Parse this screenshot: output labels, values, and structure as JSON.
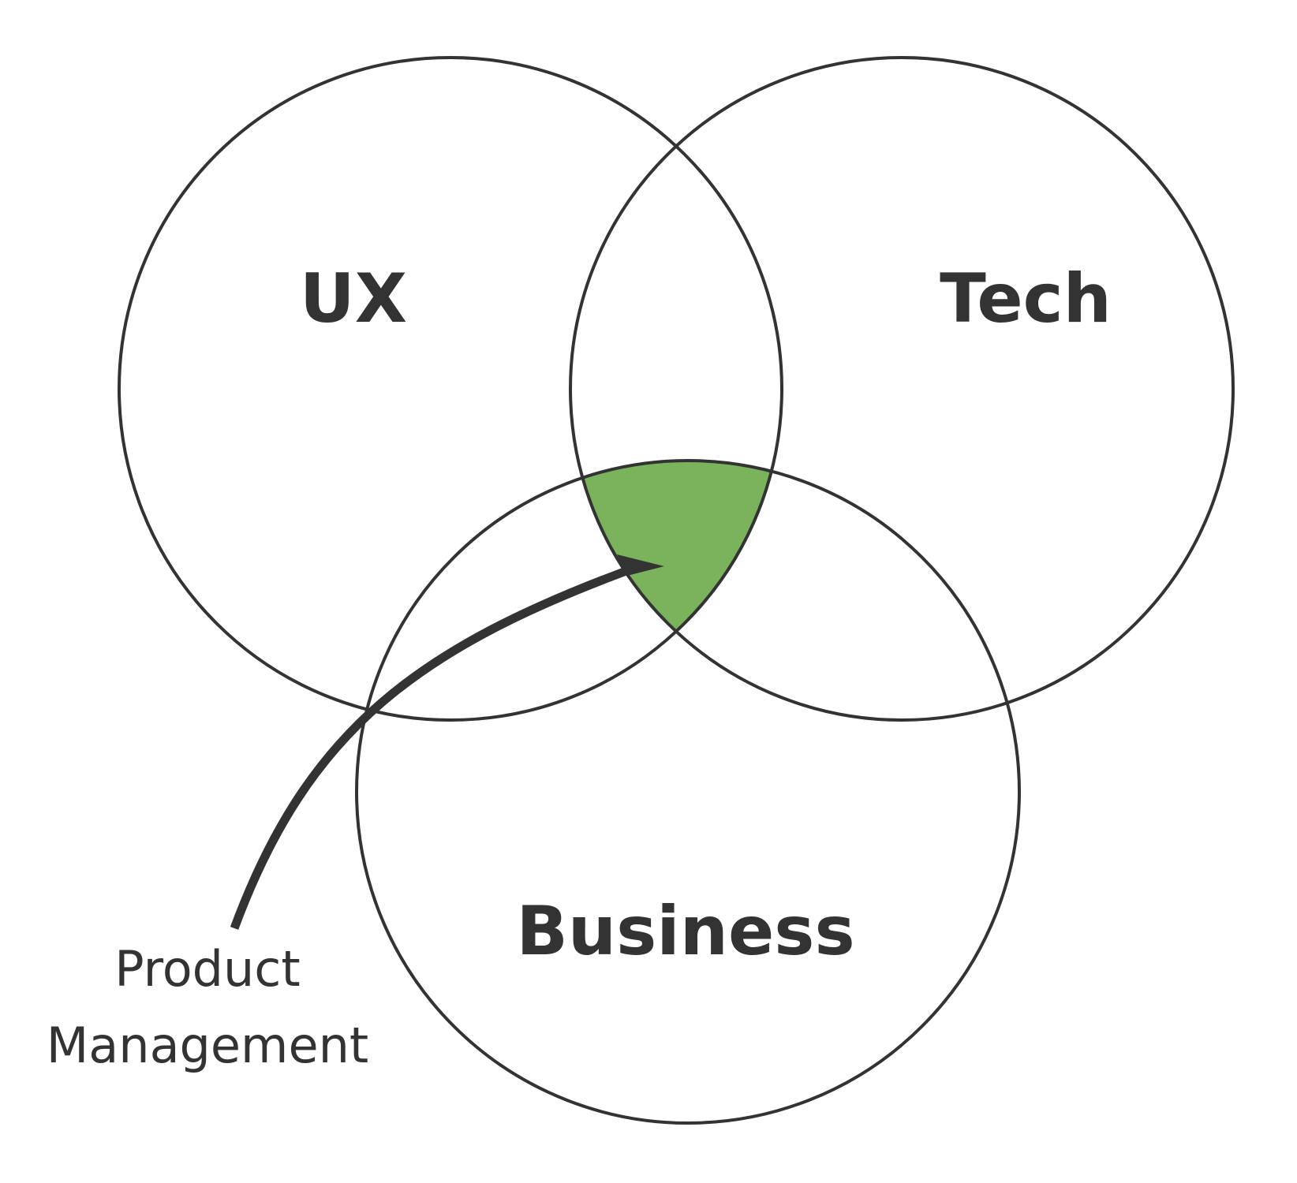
{
  "venn": {
    "sets": {
      "ux": "UX",
      "tech": "Tech",
      "business": "Business"
    },
    "highlight_color": "#7bb35c",
    "outline_color": "#333333"
  },
  "annotation": {
    "line1": "Product",
    "line2": "Management"
  }
}
